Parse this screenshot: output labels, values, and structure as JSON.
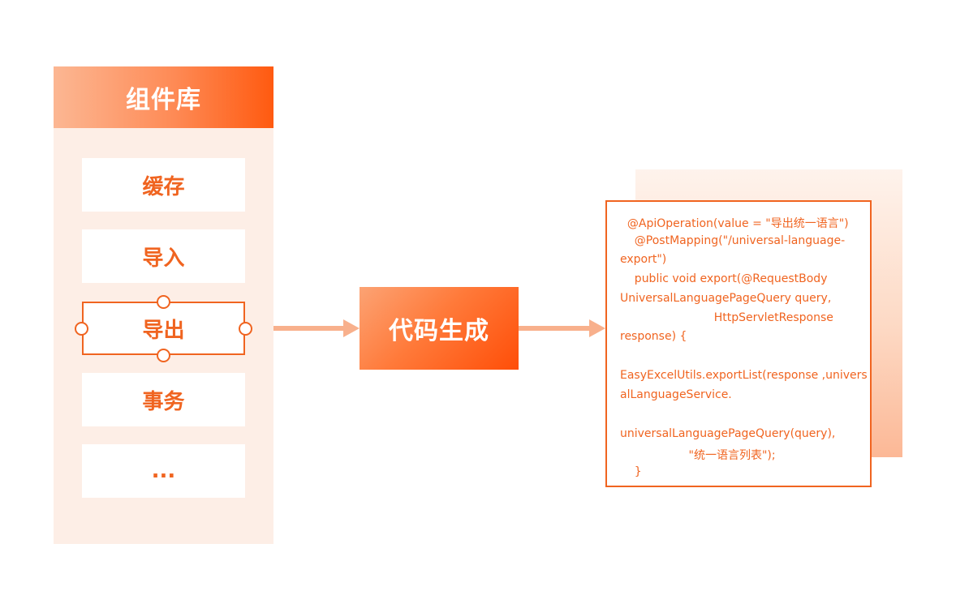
{
  "library": {
    "title": "组件库",
    "items": [
      {
        "label": "缓存"
      },
      {
        "label": "导入"
      },
      {
        "label": "导出",
        "selected": true
      },
      {
        "label": "事务"
      },
      {
        "label": "..."
      }
    ]
  },
  "generator": {
    "label": "代码生成"
  },
  "code": {
    "lines": [
      "  @ApiOperation(value = \"导出统一语言\")",
      "    @PostMapping(\"/universal-language-",
      "export\")",
      "    public void export(@RequestBody",
      "UniversalLanguagePageQuery query,",
      "                          HttpServletResponse",
      "response) {",
      "",
      "EasyExcelUtils.exportList(response ,univers",
      "alLanguageService.",
      "",
      "universalLanguagePageQuery(query),",
      "                   \"统一语言列表\");",
      "    }"
    ]
  },
  "colors": {
    "accent": "#f06420",
    "panel_bg": "#fdeee6",
    "arrow": "#f8b08c"
  }
}
